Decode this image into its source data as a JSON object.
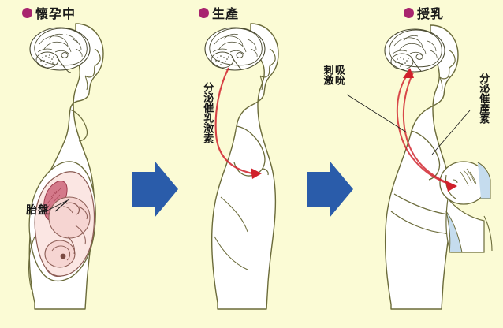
{
  "figure": {
    "background_color": "#fbfbd5",
    "bullet_color": "#a8246e",
    "arrow_color": "#2a5caa",
    "signal_arrow_color": "#d0202a",
    "outline_color": "#6b6b3a",
    "skin_color": "#ffffff",
    "placenta_color": "#d4798a",
    "fetus_color": "#f6d5d2",
    "baby_cloth_color": "#c5dcee"
  },
  "panels": [
    {
      "id": "pregnancy",
      "title": "懷孕中",
      "bullet": "filled-circle",
      "labels": [
        {
          "id": "placenta",
          "text": "胎盤",
          "orientation": "horizontal"
        }
      ],
      "signal_arrows": []
    },
    {
      "id": "childbirth",
      "title": "生產",
      "bullet": "filled-circle",
      "labels": [
        {
          "id": "prolactin",
          "text": "分泌催乳激素",
          "orientation": "vertical"
        }
      ],
      "signal_arrows": [
        {
          "id": "brain-to-breast",
          "from": "brain",
          "to": "breast",
          "direction": "down"
        }
      ]
    },
    {
      "id": "breastfeeding",
      "title": "授乳",
      "bullet": "filled-circle",
      "labels": [
        {
          "id": "suckling-stimulus",
          "text": "吸吮刺激",
          "orientation": "vertical",
          "columns": [
            "吸吮",
            "刺激"
          ]
        },
        {
          "id": "oxytocin",
          "text": "分泌催產素",
          "orientation": "vertical"
        }
      ],
      "signal_arrows": [
        {
          "id": "nipple-to-brain",
          "from": "breast",
          "to": "brain",
          "direction": "up"
        },
        {
          "id": "brain-to-nipple",
          "from": "brain",
          "to": "breast",
          "direction": "down"
        }
      ]
    }
  ],
  "connectors": [
    {
      "id": "arrow-pregnancy-to-birth",
      "shape": "block-arrow-right"
    },
    {
      "id": "arrow-birth-to-feeding",
      "shape": "block-arrow-right"
    }
  ],
  "icons": {
    "bullet": "filled-circle-icon",
    "block_arrow": "block-arrow-right-icon"
  }
}
